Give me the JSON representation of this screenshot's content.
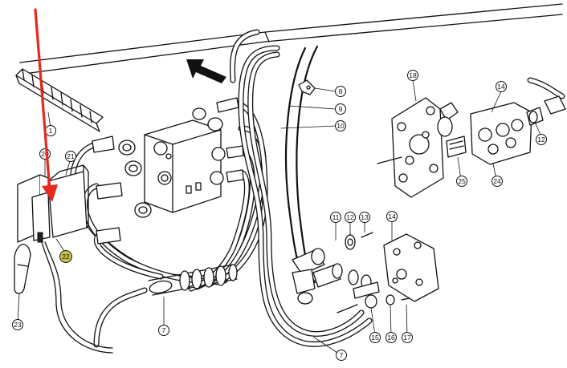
{
  "diagram": {
    "callouts": [
      {
        "id": "c1",
        "label": "1"
      },
      {
        "id": "c7a",
        "label": "7"
      },
      {
        "id": "c7b",
        "label": "7"
      },
      {
        "id": "c8",
        "label": "8"
      },
      {
        "id": "c9",
        "label": "9"
      },
      {
        "id": "c10",
        "label": "10"
      },
      {
        "id": "c11",
        "label": "11"
      },
      {
        "id": "c12a",
        "label": "12"
      },
      {
        "id": "c12b",
        "label": "12"
      },
      {
        "id": "c13",
        "label": "13"
      },
      {
        "id": "c14a",
        "label": "14"
      },
      {
        "id": "c14b",
        "label": "14"
      },
      {
        "id": "c15",
        "label": "15"
      },
      {
        "id": "c16",
        "label": "16"
      },
      {
        "id": "c17",
        "label": "17"
      },
      {
        "id": "c18",
        "label": "18"
      },
      {
        "id": "c20",
        "label": "20"
      },
      {
        "id": "c21",
        "label": "21"
      },
      {
        "id": "c22",
        "label": "22",
        "highlighted": true,
        "highlight_color": "#c9c24a"
      },
      {
        "id": "c23",
        "label": "23"
      },
      {
        "id": "c24",
        "label": "24"
      },
      {
        "id": "c25",
        "label": "25"
      }
    ],
    "annotation_arrow_color": "#e8281c"
  }
}
